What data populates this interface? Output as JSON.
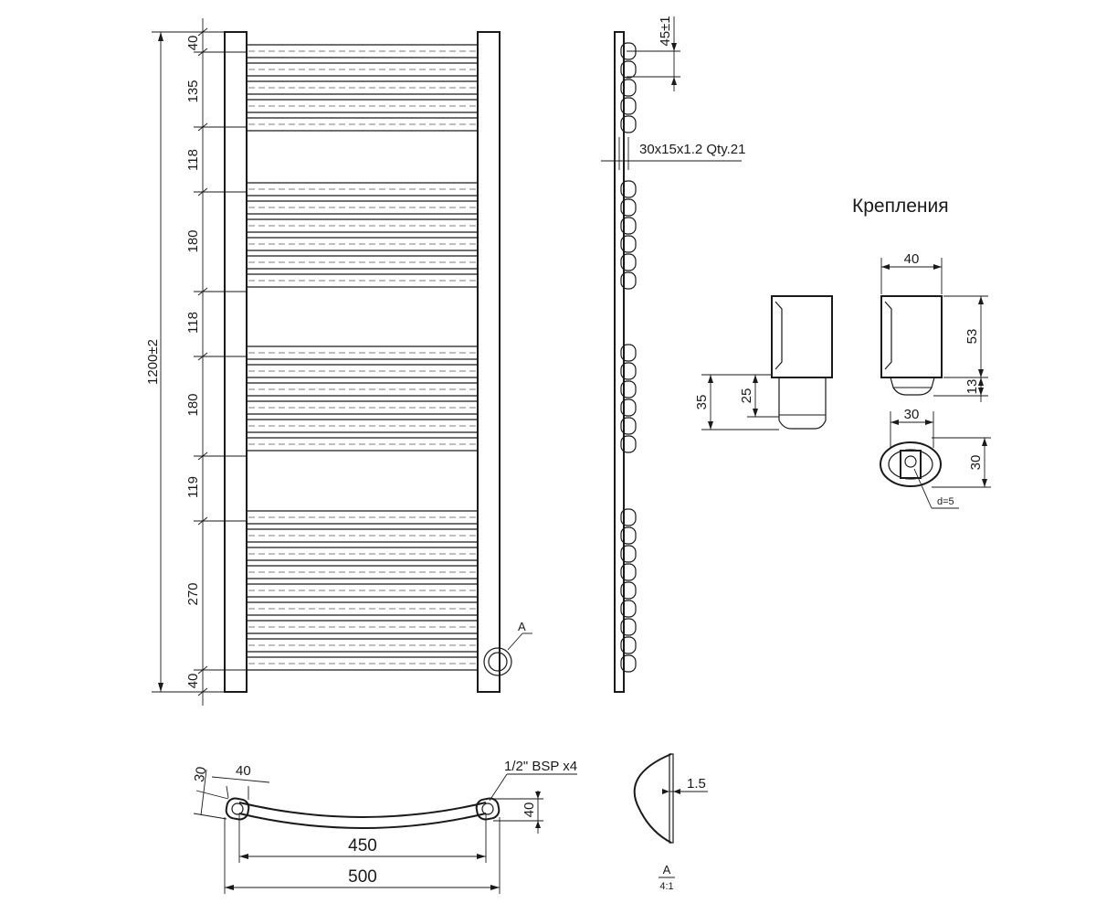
{
  "front_view": {
    "height_total": "1200±2",
    "dims": [
      "40",
      "135",
      "118",
      "180",
      "118",
      "180",
      "119",
      "270",
      "40"
    ],
    "detail_ref": "А"
  },
  "side_view": {
    "tube_spacing": "45±1",
    "tube_spec": "30х15х1.2  Qty.21"
  },
  "mounts": {
    "title": "Крепления",
    "width": "40",
    "height_body": "53",
    "height_neck": "13",
    "left_total": "35",
    "left_neck": "25",
    "base_width": "30",
    "base_height": "30",
    "hole": "d=5"
  },
  "bottom_view": {
    "pipe_d": "30",
    "offset": "40",
    "thread": "1/2\" BSP х4",
    "depth": "40",
    "center_distance": "450",
    "overall_width": "500"
  },
  "detail_a": {
    "thickness": "1.5",
    "label": "А",
    "scale": "4:1"
  }
}
